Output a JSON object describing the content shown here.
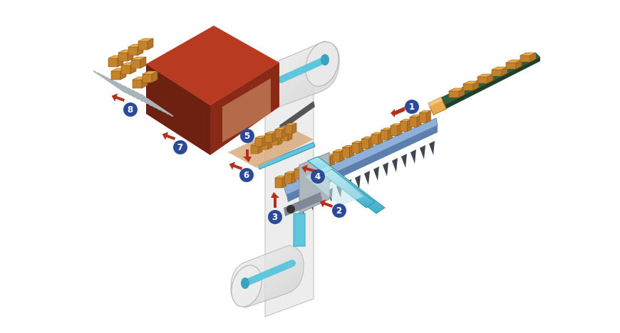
{
  "colors": {
    "accent": "#2b4b9a",
    "arrow": "#b5301c",
    "box_light": "#eaa94a",
    "box_dark": "#c4822b",
    "casing_front": "#8a2a16",
    "casing_top": "#b83a20",
    "casing_side": "#6e2011",
    "guide_blue": "#8fb1d9",
    "rail_cyan": "#5fc6de",
    "belt_green": "#2f5e3c"
  },
  "steps": [
    {
      "label": "1"
    },
    {
      "label": "2"
    },
    {
      "label": "3"
    },
    {
      "label": "4"
    },
    {
      "label": "5"
    },
    {
      "label": "6"
    },
    {
      "label": "7"
    },
    {
      "label": "8"
    }
  ]
}
